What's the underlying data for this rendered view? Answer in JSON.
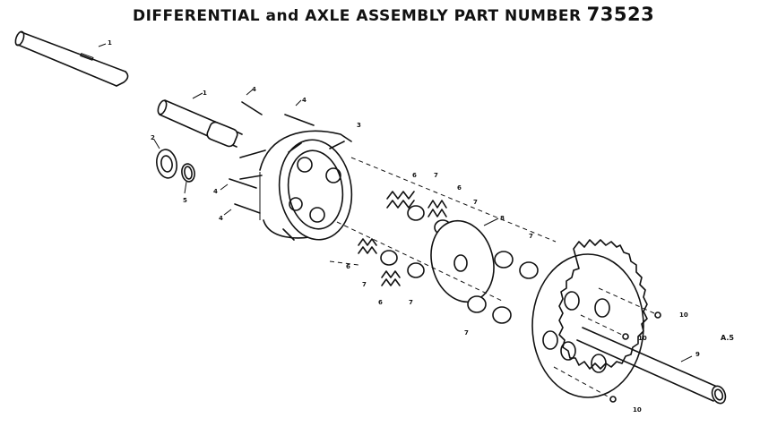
{
  "title": {
    "text": "DIFFERENTIAL and AXLE ASSEMBLY PART NUMBER",
    "number": "73523"
  },
  "corner_code": "A.5",
  "callouts": [
    {
      "id": "c1a",
      "text": "1"
    },
    {
      "id": "c1b",
      "text": "1"
    },
    {
      "id": "c2",
      "text": "2"
    },
    {
      "id": "c3",
      "text": "3"
    },
    {
      "id": "c4a",
      "text": "4"
    },
    {
      "id": "c4b",
      "text": "4"
    },
    {
      "id": "c4c",
      "text": "4"
    },
    {
      "id": "c4d",
      "text": "4"
    },
    {
      "id": "c5",
      "text": "5"
    },
    {
      "id": "c6a",
      "text": "6"
    },
    {
      "id": "c6b",
      "text": "6"
    },
    {
      "id": "c6c",
      "text": "6"
    },
    {
      "id": "c6d",
      "text": "6"
    },
    {
      "id": "c7a",
      "text": "7"
    },
    {
      "id": "c7b",
      "text": "7"
    },
    {
      "id": "c7c",
      "text": "7"
    },
    {
      "id": "c7d",
      "text": "7"
    },
    {
      "id": "c7e",
      "text": "7"
    },
    {
      "id": "c7f",
      "text": "7"
    },
    {
      "id": "c8",
      "text": "8"
    },
    {
      "id": "c9",
      "text": "9"
    },
    {
      "id": "c10a",
      "text": "10"
    },
    {
      "id": "c10b",
      "text": "10"
    },
    {
      "id": "c10c",
      "text": "10"
    }
  ]
}
